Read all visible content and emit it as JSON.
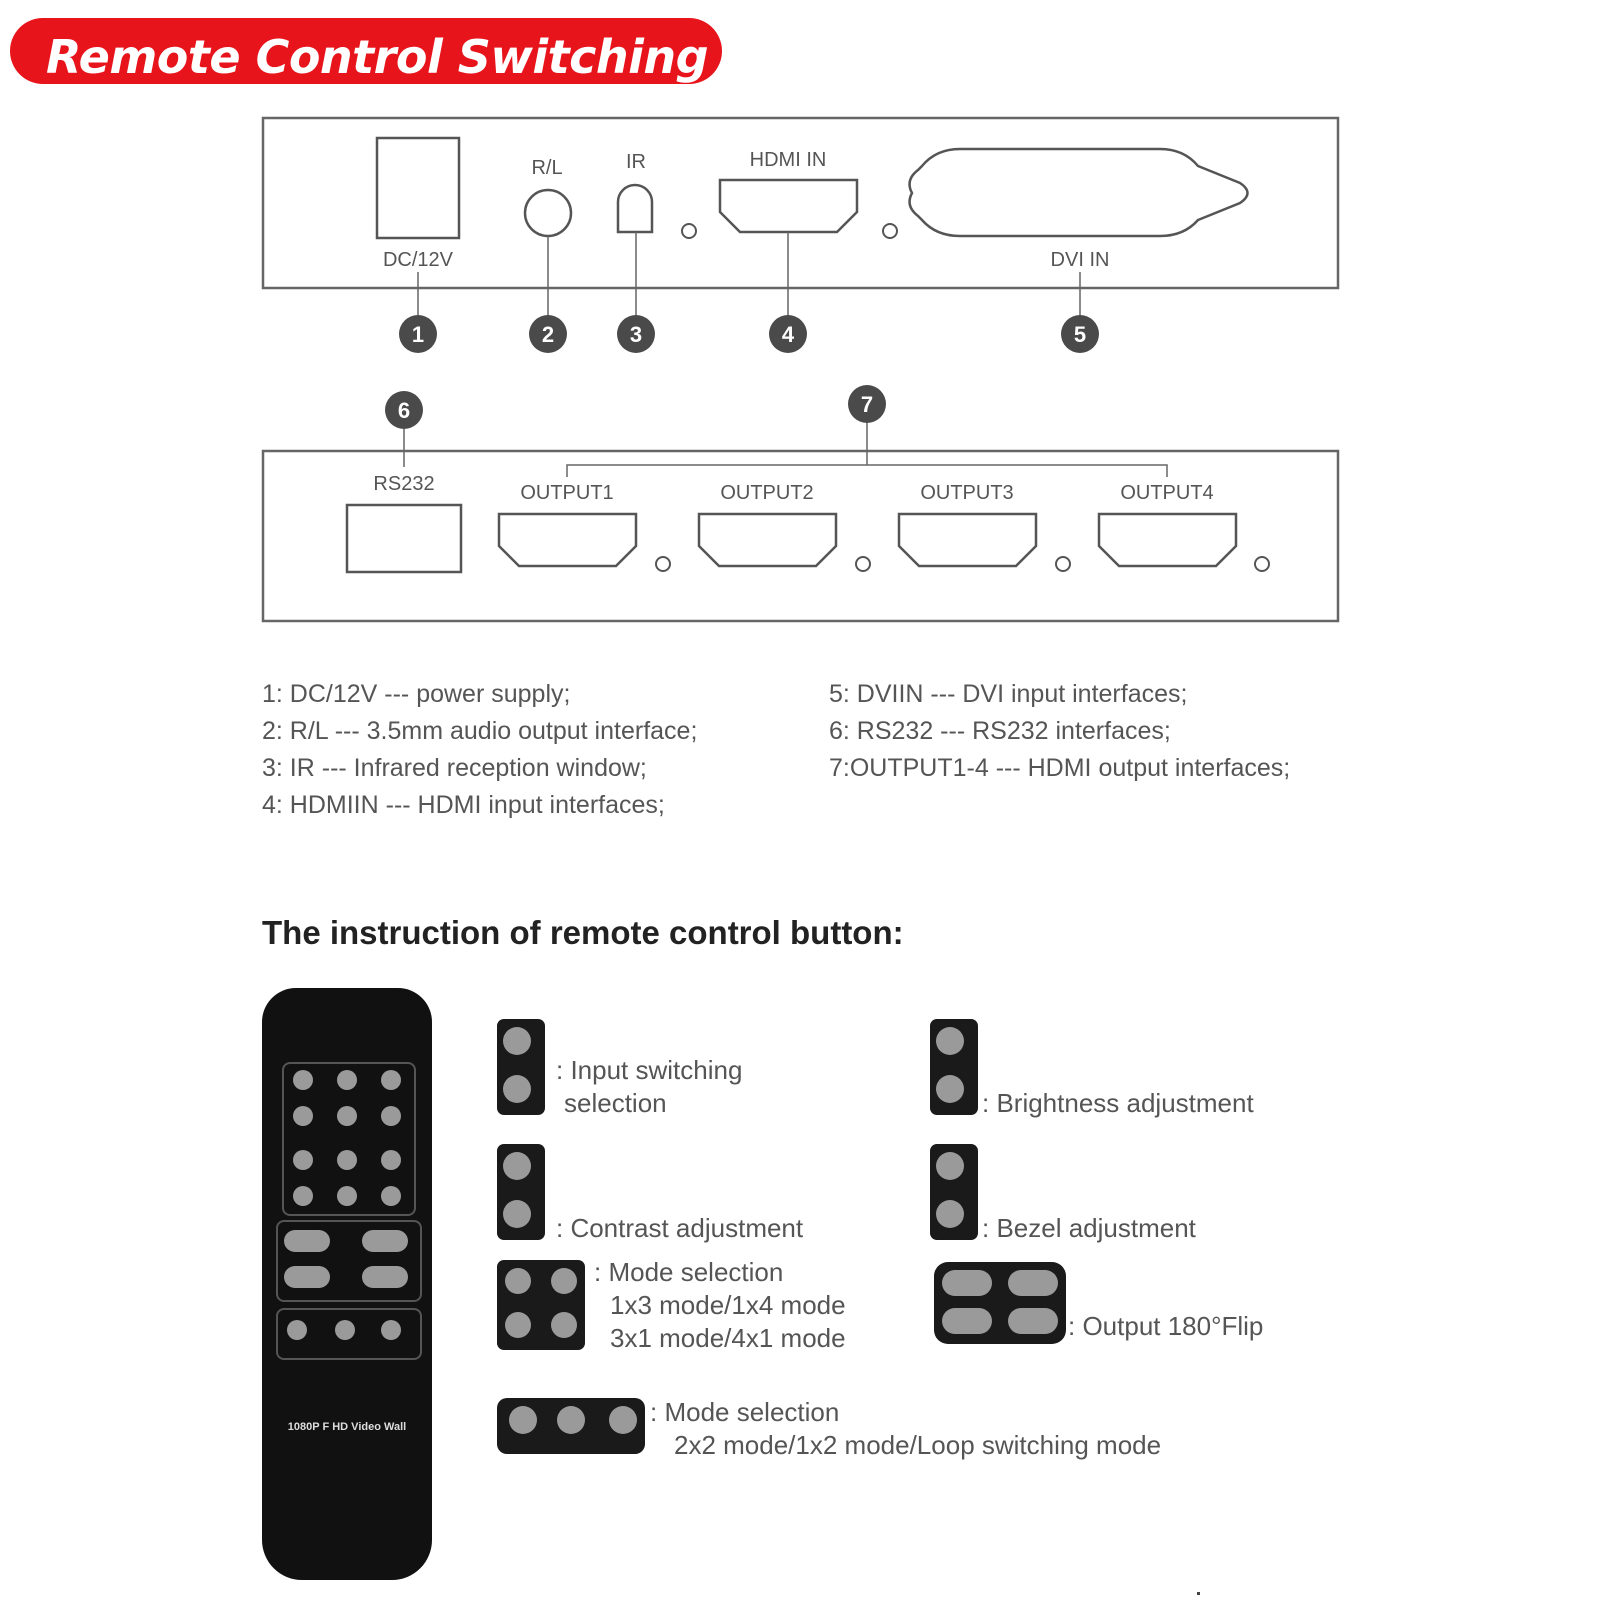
{
  "title": "Remote Control Switching",
  "colors": {
    "accent": "#e8141b",
    "badge": "#4a4a4a",
    "line": "#555555"
  },
  "front_panel": {
    "labels": {
      "dc": "DC/12V",
      "rl": "R/L",
      "ir": "IR",
      "hdmi_in": "HDMI IN",
      "dvi_in": "DVI IN"
    },
    "callouts": [
      "1",
      "2",
      "3",
      "4",
      "5"
    ]
  },
  "rear_panel": {
    "labels": {
      "rs232": "RS232",
      "out1": "OUTPUT1",
      "out2": "OUTPUT2",
      "out3": "OUTPUT3",
      "out4": "OUTPUT4"
    },
    "callouts": [
      "6",
      "7"
    ]
  },
  "legend": {
    "left": [
      "1:  DC/12V --- power supply;",
      "2:  R/L --- 3.5mm audio output interface;",
      "3:  IR --- Infrared reception window;",
      "4:  HDMIIN --- HDMI input interfaces;"
    ],
    "right": [
      "5:  DVIIN --- DVI input interfaces;",
      "6:  RS232 --- RS232 interfaces;",
      "7:OUTPUT1-4 --- HDMI output interfaces;"
    ]
  },
  "instructions": {
    "heading": "The instruction of remote control button:",
    "remote_label": "1080P F HD Video Wall",
    "items": {
      "input": [
        ": Input switching",
        "selection"
      ],
      "brightness": ": Brightness adjustment",
      "contrast": ": Contrast adjustment",
      "bezel": ": Bezel adjustment",
      "mode1": [
        ": Mode selection",
        "1x3 mode/1x4 mode",
        "3x1 mode/4x1 mode"
      ],
      "flip": ":   Output 180°Flip",
      "mode2": [
        ":   Mode selection",
        "2x2 mode/1x2 mode/Loop switching mode"
      ]
    }
  }
}
